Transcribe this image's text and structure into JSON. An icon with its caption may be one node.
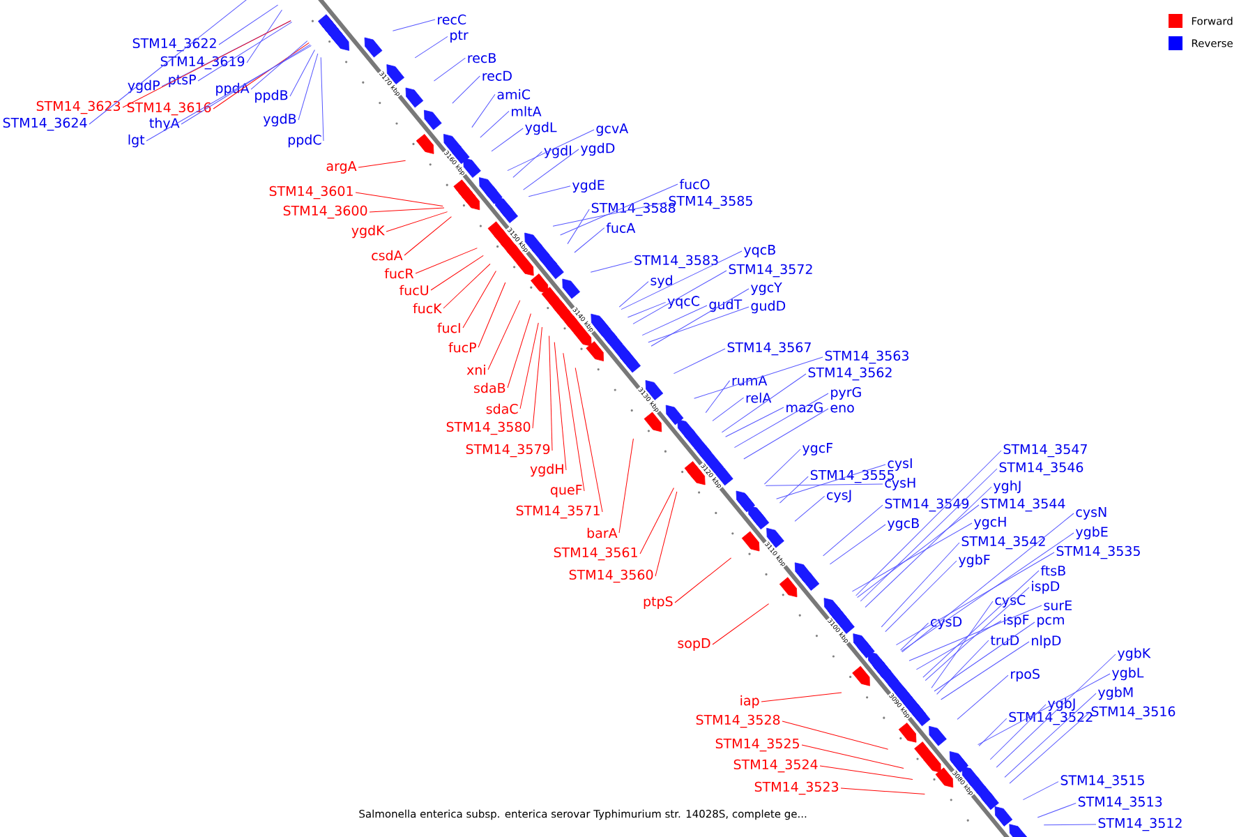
{
  "diagram": {
    "caption": "Salmonella enterica subsp. enterica serovar Typhimurium str. 14028S, complete ge...",
    "nodes": [
      {
        "text": [
          "STM14_3622"
        ]
      },
      {
        "text": [
          "STM14_3619"
        ]
      },
      {
        "text": [
          "ygdP"
        ]
      },
      {
        "text": [
          "ptsP"
        ]
      },
      {
        "text": [
          "STM14_3623"
        ]
      },
      {
        "text": [
          "STM14_3616"
        ]
      },
      {
        "text": [
          "ppdA"
        ]
      },
      {
        "text": [
          "ppdB"
        ]
      },
      {
        "text": [
          "STM14_3624"
        ]
      },
      {
        "text": [
          "thyA"
        ]
      },
      {
        "text": [
          "lgt"
        ]
      },
      {
        "text": [
          "ygdB"
        ]
      },
      {
        "text": [
          "ppdC"
        ]
      },
      {
        "text": [
          "recC"
        ]
      },
      {
        "text": [
          "ptr"
        ]
      },
      {
        "text": [
          "recB"
        ]
      },
      {
        "text": [
          "recD"
        ]
      },
      {
        "text": [
          "amiC"
        ]
      },
      {
        "text": [
          "mltA"
        ]
      },
      {
        "text": [
          "ygdL"
        ]
      },
      {
        "text": [
          "gcvA"
        ]
      },
      {
        "text": [
          "ygdD"
        ]
      },
      {
        "text": [
          "ygdI"
        ]
      },
      {
        "text": [
          "ygdE"
        ]
      },
      {
        "text": [
          "fucO"
        ]
      },
      {
        "text": [
          "STM14_3585"
        ]
      },
      {
        "text": [
          "STM14_3588"
        ]
      },
      {
        "text": [
          "fucA"
        ]
      },
      {
        "text": [
          "STM14_3583"
        ]
      },
      {
        "text": [
          "syd"
        ]
      },
      {
        "text": [
          "yqcB"
        ]
      },
      {
        "text": [
          "STM14_3572"
        ]
      },
      {
        "text": [
          "ygcY"
        ]
      },
      {
        "text": [
          "yqcC"
        ]
      },
      {
        "text": [
          "gudT"
        ]
      },
      {
        "text": [
          "gudD"
        ]
      },
      {
        "text": [
          "STM14_3567"
        ]
      },
      {
        "text": [
          "STM14_3563"
        ]
      },
      {
        "text": [
          "STM14_3562"
        ]
      },
      {
        "text": [
          "rumA"
        ]
      },
      {
        "text": [
          "pyrG"
        ]
      },
      {
        "text": [
          "relA"
        ]
      },
      {
        "text": [
          "mazG"
        ]
      },
      {
        "text": [
          "eno"
        ]
      },
      {
        "text": [
          "ygcF"
        ]
      },
      {
        "text": [
          "cysI"
        ]
      },
      {
        "text": [
          "cysH"
        ]
      },
      {
        "text": [
          "STM14_3555"
        ]
      },
      {
        "text": [
          "cysJ"
        ]
      },
      {
        "text": [
          "STM14_3549"
        ]
      },
      {
        "text": [
          "ygcB"
        ]
      },
      {
        "text": [
          "STM14_3547"
        ]
      },
      {
        "text": [
          "STM14_3546"
        ]
      },
      {
        "text": [
          "yghJ"
        ]
      },
      {
        "text": [
          "STM14_3544"
        ]
      },
      {
        "text": [
          "ygcH"
        ]
      },
      {
        "text": [
          "STM14_3542"
        ]
      },
      {
        "text": [
          "ygbF"
        ]
      },
      {
        "text": [
          "cysN"
        ]
      },
      {
        "text": [
          "ygbE"
        ]
      },
      {
        "text": [
          "STM14_3535"
        ]
      },
      {
        "text": [
          "ftsB"
        ]
      },
      {
        "text": [
          "ispD"
        ]
      },
      {
        "text": [
          "cysC"
        ]
      },
      {
        "text": [
          "surE"
        ]
      },
      {
        "text": [
          "ispF"
        ]
      },
      {
        "text": [
          "pcm"
        ]
      },
      {
        "text": [
          "cysD"
        ]
      },
      {
        "text": [
          "truD"
        ]
      },
      {
        "text": [
          "nlpD"
        ]
      },
      {
        "text": [
          "rpoS"
        ]
      },
      {
        "text": [
          "ygbK"
        ]
      },
      {
        "text": [
          "ygbL"
        ]
      },
      {
        "text": [
          "ygbM"
        ]
      },
      {
        "text": [
          "ygbJ"
        ]
      },
      {
        "text": [
          "STM14_3516"
        ]
      },
      {
        "text": [
          "STM14_3522"
        ]
      },
      {
        "text": [
          "STM14_3515"
        ]
      },
      {
        "text": [
          "STM14_3513"
        ]
      },
      {
        "text": [
          "STM14_3512"
        ]
      },
      {
        "text": [
          "argA"
        ]
      },
      {
        "text": [
          "STM14_3601"
        ]
      },
      {
        "text": [
          "STM14_3600"
        ]
      },
      {
        "text": [
          "ygdK"
        ]
      },
      {
        "text": [
          "csdA"
        ]
      },
      {
        "text": [
          "fucR"
        ]
      },
      {
        "text": [
          "fucU"
        ]
      },
      {
        "text": [
          "fucK"
        ]
      },
      {
        "text": [
          "fucI"
        ]
      },
      {
        "text": [
          "fucP"
        ]
      },
      {
        "text": [
          "xni"
        ]
      },
      {
        "text": [
          "sdaB"
        ]
      },
      {
        "text": [
          "sdaC"
        ]
      },
      {
        "text": [
          "STM14_3580"
        ]
      },
      {
        "text": [
          "STM14_3579"
        ]
      },
      {
        "text": [
          "ygdH"
        ]
      },
      {
        "text": [
          "queF"
        ]
      },
      {
        "text": [
          "STM14_3571"
        ]
      },
      {
        "text": [
          "barA"
        ]
      },
      {
        "text": [
          "STM14_3561"
        ]
      },
      {
        "text": [
          "STM14_3560"
        ]
      },
      {
        "text": [
          "ptpS"
        ]
      },
      {
        "text": [
          "sopD"
        ]
      },
      {
        "text": [
          "iap"
        ]
      },
      {
        "text": [
          "STM14_3528"
        ]
      },
      {
        "text": [
          "STM14_3525"
        ]
      },
      {
        "text": [
          "STM14_3524"
        ]
      },
      {
        "text": [
          "STM14_3523"
        ]
      }
    ],
    "edges": [
      {
        "from": 0,
        "to": null,
        "arrow": "none"
      },
      {
        "from": 1,
        "to": null,
        "arrow": "none"
      },
      {
        "from": 2,
        "to": null,
        "arrow": "none"
      },
      {
        "from": 3,
        "to": null,
        "arrow": "none"
      },
      {
        "from": 4,
        "to": null,
        "arrow": "none",
        "color": "#ff0000"
      },
      {
        "from": 5,
        "to": null,
        "arrow": "none",
        "color": "#ff0000"
      },
      {
        "from": 6,
        "to": null,
        "arrow": "none"
      },
      {
        "from": 7,
        "to": null,
        "arrow": "none"
      },
      {
        "from": 8,
        "to": null,
        "arrow": "none"
      },
      {
        "from": 9,
        "to": null,
        "arrow": "none"
      },
      {
        "from": 10,
        "to": null,
        "arrow": "none"
      },
      {
        "from": 11,
        "to": null,
        "arrow": "none"
      },
      {
        "from": 12,
        "to": null,
        "arrow": "none"
      },
      {
        "from": 13,
        "to": null,
        "arrow": "none"
      },
      {
        "from": 14,
        "to": null,
        "arrow": "none"
      },
      {
        "from": 15,
        "to": null,
        "arrow": "none"
      },
      {
        "from": 16,
        "to": null,
        "arrow": "none"
      },
      {
        "from": 17,
        "to": null,
        "arrow": "none"
      },
      {
        "from": 18,
        "to": null,
        "arrow": "none"
      },
      {
        "from": 19,
        "to": null,
        "arrow": "none"
      },
      {
        "from": 20,
        "to": null,
        "arrow": "none"
      },
      {
        "from": 21,
        "to": null,
        "arrow": "none"
      },
      {
        "from": 22,
        "to": null,
        "arrow": "none"
      },
      {
        "from": 23,
        "to": null,
        "arrow": "none"
      },
      {
        "from": 24,
        "to": null,
        "arrow": "none"
      },
      {
        "from": 25,
        "to": null,
        "arrow": "none"
      },
      {
        "from": 26,
        "to": null,
        "arrow": "none"
      },
      {
        "from": 27,
        "to": null,
        "arrow": "none"
      },
      {
        "from": 28,
        "to": null,
        "arrow": "none"
      },
      {
        "from": 29,
        "to": null,
        "arrow": "none"
      },
      {
        "from": 30,
        "to": null,
        "arrow": "none"
      },
      {
        "from": 31,
        "to": null,
        "arrow": "none"
      },
      {
        "from": 32,
        "to": null,
        "arrow": "none"
      },
      {
        "from": 33,
        "to": null,
        "arrow": "none"
      },
      {
        "from": 34,
        "to": null,
        "arrow": "none"
      },
      {
        "from": 35,
        "to": null,
        "arrow": "none"
      },
      {
        "from": 36,
        "to": null,
        "arrow": "none"
      },
      {
        "from": 37,
        "to": null,
        "arrow": "none"
      },
      {
        "from": 38,
        "to": null,
        "arrow": "none"
      },
      {
        "from": 39,
        "to": null,
        "arrow": "none"
      },
      {
        "from": 40,
        "to": null,
        "arrow": "none"
      },
      {
        "from": 41,
        "to": null,
        "arrow": "none"
      },
      {
        "from": 42,
        "to": null,
        "arrow": "none"
      },
      {
        "from": 43,
        "to": null,
        "arrow": "none"
      },
      {
        "from": 44,
        "to": null,
        "arrow": "none"
      },
      {
        "from": 45,
        "to": null,
        "arrow": "none"
      },
      {
        "from": 46,
        "to": null,
        "arrow": "none"
      },
      {
        "from": 47,
        "to": null,
        "arrow": "none"
      },
      {
        "from": 48,
        "to": null,
        "arrow": "none"
      },
      {
        "from": 49,
        "to": null,
        "arrow": "none"
      },
      {
        "from": 50,
        "to": null,
        "arrow": "none"
      },
      {
        "from": 51,
        "to": null,
        "arrow": "none"
      },
      {
        "from": 52,
        "to": null,
        "arrow": "none"
      },
      {
        "from": 53,
        "to": null,
        "arrow": "none"
      },
      {
        "from": 54,
        "to": null,
        "arrow": "none"
      },
      {
        "from": 55,
        "to": null,
        "arrow": "none"
      },
      {
        "from": 56,
        "to": null,
        "arrow": "none"
      },
      {
        "from": 57,
        "to": null,
        "arrow": "none"
      },
      {
        "from": 58,
        "to": null,
        "arrow": "none"
      },
      {
        "from": 59,
        "to": null,
        "arrow": "none"
      },
      {
        "from": 60,
        "to": null,
        "arrow": "none"
      },
      {
        "from": 61,
        "to": null,
        "arrow": "none"
      },
      {
        "from": 62,
        "to": null,
        "arrow": "none"
      },
      {
        "from": 63,
        "to": null,
        "arrow": "none"
      },
      {
        "from": 64,
        "to": null,
        "arrow": "none"
      },
      {
        "from": 65,
        "to": null,
        "arrow": "none"
      },
      {
        "from": 66,
        "to": null,
        "arrow": "none"
      },
      {
        "from": 67,
        "to": null,
        "arrow": "none"
      },
      {
        "from": 68,
        "to": null,
        "arrow": "none"
      },
      {
        "from": 69,
        "to": null,
        "arrow": "none"
      },
      {
        "from": 70,
        "to": null,
        "arrow": "none"
      },
      {
        "from": 71,
        "to": null,
        "arrow": "none"
      },
      {
        "from": 72,
        "to": null,
        "arrow": "none"
      },
      {
        "from": 73,
        "to": null,
        "arrow": "none"
      },
      {
        "from": 74,
        "to": null,
        "arrow": "none"
      },
      {
        "from": 75,
        "to": null,
        "arrow": "none"
      },
      {
        "from": 76,
        "to": null,
        "arrow": "none"
      },
      {
        "from": 77,
        "to": null,
        "arrow": "none"
      },
      {
        "from": 78,
        "to": null,
        "arrow": "none"
      },
      {
        "from": 79,
        "to": null,
        "arrow": "none"
      },
      {
        "from": 80,
        "to": null,
        "arrow": "none",
        "color": "#ff0000"
      },
      {
        "from": 81,
        "to": null,
        "arrow": "none",
        "color": "#ff0000"
      },
      {
        "from": 82,
        "to": null,
        "arrow": "none",
        "color": "#ff0000"
      },
      {
        "from": 83,
        "to": null,
        "arrow": "none",
        "color": "#ff0000"
      },
      {
        "from": 84,
        "to": null,
        "arrow": "none",
        "color": "#ff0000"
      },
      {
        "from": 85,
        "to": null,
        "arrow": "none",
        "color": "#ff0000"
      },
      {
        "from": 86,
        "to": null,
        "arrow": "none",
        "color": "#ff0000"
      },
      {
        "from": 87,
        "to": null,
        "arrow": "none",
        "color": "#ff0000"
      },
      {
        "from": 88,
        "to": null,
        "arrow": "none",
        "color": "#ff0000"
      },
      {
        "from": 89,
        "to": null,
        "arrow": "none",
        "color": "#ff0000"
      },
      {
        "from": 90,
        "to": null,
        "arrow": "none",
        "color": "#ff0000"
      },
      {
        "from": 91,
        "to": null,
        "arrow": "none",
        "color": "#ff0000"
      },
      {
        "from": 92,
        "to": null,
        "arrow": "none",
        "color": "#ff0000"
      },
      {
        "from": 93,
        "to": null,
        "arrow": "none",
        "color": "#ff0000"
      },
      {
        "from": 94,
        "to": null,
        "arrow": "none",
        "color": "#ff0000"
      },
      {
        "from": 95,
        "to": null,
        "arrow": "none",
        "color": "#ff0000"
      },
      {
        "from": 96,
        "to": null,
        "arrow": "none",
        "color": "#ff0000"
      },
      {
        "from": 97,
        "to": null,
        "arrow": "none",
        "color": "#ff0000"
      },
      {
        "from": 98,
        "to": null,
        "arrow": "none",
        "color": "#ff0000"
      },
      {
        "from": 99,
        "to": null,
        "arrow": "none",
        "color": "#ff0000"
      },
      {
        "from": 100,
        "to": null,
        "arrow": "none",
        "color": "#ff0000"
      },
      {
        "from": 101,
        "to": null,
        "arrow": "none",
        "color": "#ff0000"
      },
      {
        "from": 102,
        "to": null,
        "arrow": "none",
        "color": "#ff0000"
      },
      {
        "from": 103,
        "to": null,
        "arrow": "none",
        "color": "#ff0000"
      },
      {
        "from": 104,
        "to": null,
        "arrow": "none",
        "color": "#ff0000"
      },
      {
        "from": 105,
        "to": null,
        "arrow": "none",
        "color": "#ff0000"
      },
      {
        "from": 106,
        "to": null,
        "arrow": "none",
        "color": "#ff0000"
      },
      {
        "from": 107,
        "to": null,
        "arrow": "none",
        "color": "#ff0000"
      }
    ],
    "labels": [
      "3170 kbp",
      "3160 kbp",
      "3150 kbp",
      "3140 kbp",
      "3130 kbp",
      "3120 kbp",
      "3110 kbp",
      "3100 kbp",
      "3090 kbp",
      "3080 kbp"
    ],
    "legend": [
      {
        "text": "Forward",
        "color": "#ff0000"
      },
      {
        "text": "Reverse",
        "color": "#0000ff"
      }
    ]
  }
}
